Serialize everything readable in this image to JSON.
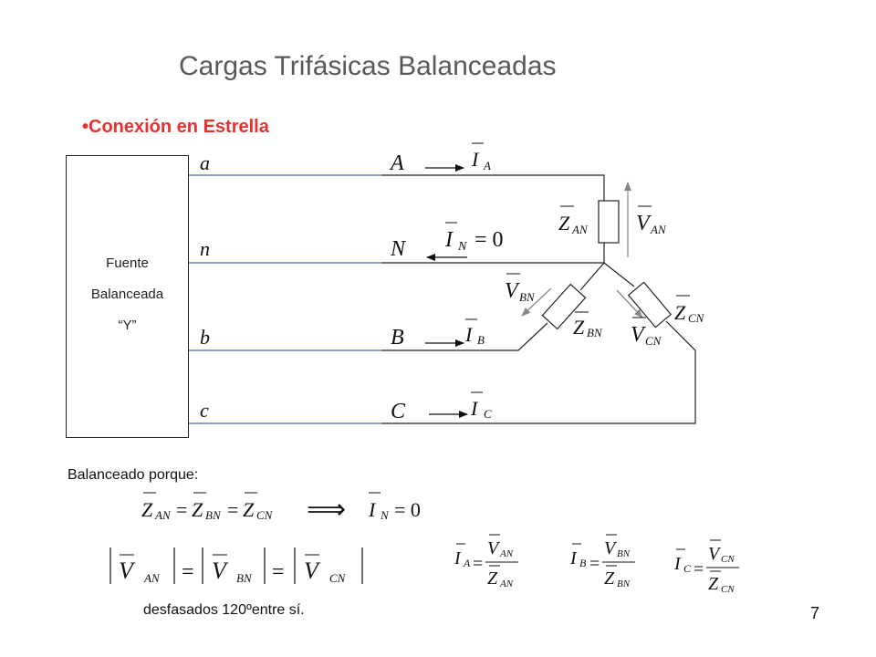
{
  "slide": {
    "title": "Cargas Trifásicas Balanceadas",
    "subtitle": "•Conexión en Estrella",
    "source_label": [
      "Fuente",
      "Balanceada",
      "“Y”"
    ],
    "terminals": {
      "a": "a",
      "n": "n",
      "b": "b",
      "c": "c"
    },
    "nodes": {
      "A": "A",
      "N": "N",
      "B": "B",
      "C": "C"
    },
    "currents": {
      "IA": {
        "sym": "I",
        "sub": "A"
      },
      "IN": {
        "sym": "I",
        "sub": "N",
        "eq": "= 0"
      },
      "IB": {
        "sym": "I",
        "sub": "B"
      },
      "IC": {
        "sym": "I",
        "sub": "C"
      }
    },
    "impedances": {
      "ZAN": {
        "sym": "Z",
        "sub": "AN"
      },
      "ZBN": {
        "sym": "Z",
        "sub": "BN"
      },
      "ZCN": {
        "sym": "Z",
        "sub": "CN"
      }
    },
    "voltages": {
      "VAN": {
        "sym": "V",
        "sub": "AN"
      },
      "VBN": {
        "sym": "V",
        "sub": "BN"
      },
      "VCN": {
        "sym": "V",
        "sub": "CN"
      }
    },
    "balanced_label": "Balanceado porque:",
    "eq_impedance": {
      "z1": "AN",
      "z2": "BN",
      "z3": "CN",
      "sym": "Z",
      "eq": "=",
      "implies": "⟹",
      "current": "I",
      "current_sub": "N",
      "current_eq": "= 0"
    },
    "eq_magnitudes": {
      "sym": "V",
      "s1": "AN",
      "s2": "BN",
      "s3": "CN",
      "eq": "="
    },
    "phase_note": "desfasados 120ºentre sí.",
    "fractions": [
      {
        "lhs": "I",
        "lhs_sub": "A",
        "num": "V",
        "num_sub": "AN",
        "den": "Z",
        "den_sub": "AN"
      },
      {
        "lhs": "I",
        "lhs_sub": "B",
        "num": "V",
        "num_sub": "BN",
        "den": "Z",
        "den_sub": "BN"
      },
      {
        "lhs": "I",
        "lhs_sub": "C",
        "num": "V",
        "num_sub": "CN",
        "den": "Z",
        "den_sub": "CN"
      }
    ],
    "slide_number": "7"
  }
}
